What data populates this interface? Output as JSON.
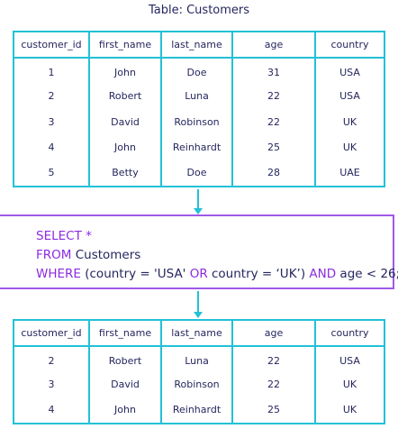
{
  "title": "Table: Customers",
  "columns": [
    "customer_id",
    "first_name",
    "last_name",
    "age",
    "country"
  ],
  "source_rows": [
    [
      "1",
      "John",
      "Doe",
      "31",
      "USA"
    ],
    [
      "2",
      "Robert",
      "Luna",
      "22",
      "USA"
    ],
    [
      "3",
      "David",
      "Robinson",
      "22",
      "UK"
    ],
    [
      "4",
      "John",
      "Reinhardt",
      "25",
      "UK"
    ],
    [
      "5",
      "Betty",
      "Doe",
      "28",
      "UAE"
    ]
  ],
  "query": {
    "select_kw": "SELECT *",
    "from_kw": "FROM",
    "from_rest": " Customers",
    "where_kw": "WHERE",
    "where_part1": " (country = 'USA' ",
    "or_kw": "OR",
    "where_part2": " country = ‘UK’) ",
    "and_kw": "AND",
    "where_part3": " age < 26;"
  },
  "result_rows": [
    [
      "2",
      "Robert",
      "Luna",
      "22",
      "USA"
    ],
    [
      "3",
      "David",
      "Robinson",
      "22",
      "UK"
    ],
    [
      "4",
      "John",
      "Reinhardt",
      "25",
      "UK"
    ]
  ],
  "colors": {
    "table_border": "#22c1d6",
    "query_border": "#9f59e8",
    "keyword": "#8c2be0",
    "text": "#25265e"
  }
}
